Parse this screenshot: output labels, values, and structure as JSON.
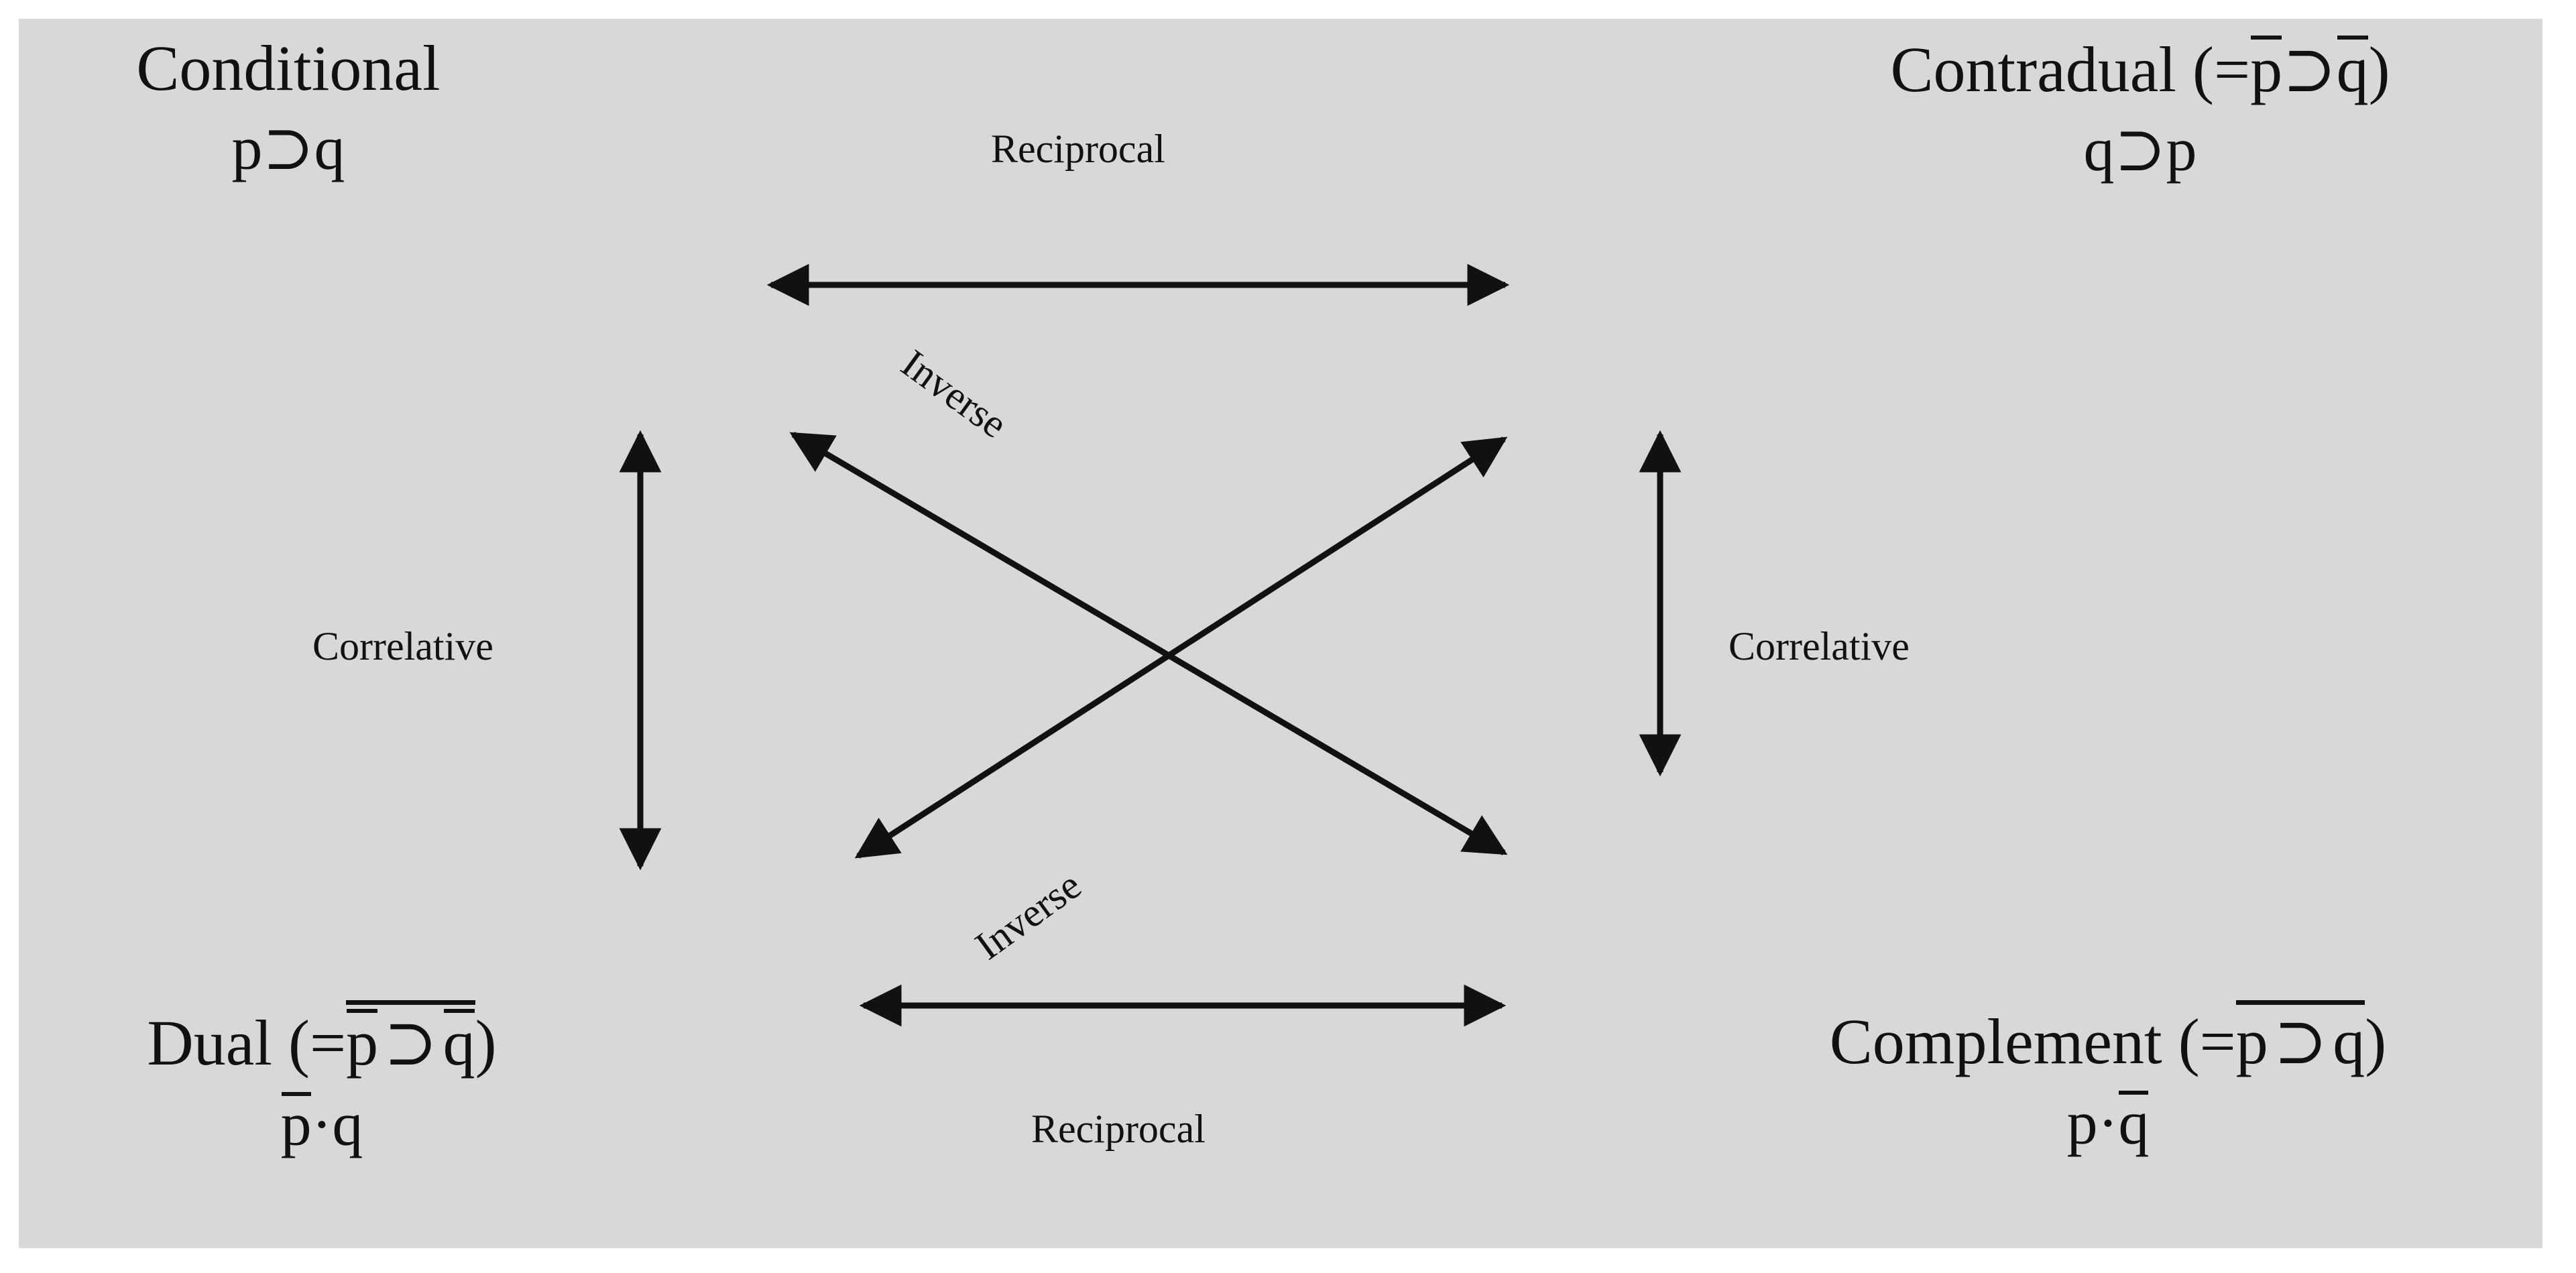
{
  "figure": {
    "title": "Square of logical relations between conditional forms",
    "background_color": "#ffffff",
    "panel_color": "#d8d8d8",
    "ink_color": "#111111"
  },
  "vertices": {
    "top_left": {
      "id": "conditional",
      "name": "Conditional",
      "formula_plain": "p⊃q",
      "formula_parts": {
        "left": "p",
        "op": "⊃",
        "right": "q"
      }
    },
    "top_right": {
      "id": "contradual",
      "name_prefix": "Contradual (=",
      "name_suffix": ")",
      "name_plain": "Contradual (=p̄⊃q̄)",
      "definition_parts": {
        "left": "p",
        "op": "⊃",
        "right": "q"
      },
      "formula_plain": "q⊃p",
      "formula_parts": {
        "left": "q",
        "op": "⊃",
        "right": "p"
      }
    },
    "bottom_left": {
      "id": "dual",
      "name_prefix": "Dual (=",
      "name_suffix": ")",
      "name_plain": "Dual (=‾p̄ ⊃ q̄‾)",
      "definition_parts": {
        "left": "p",
        "op": "⊃",
        "right": "q"
      },
      "formula_plain": "p̄·q",
      "formula_parts": {
        "left": "p",
        "op": "·",
        "right": "q"
      }
    },
    "bottom_right": {
      "id": "complement",
      "name_prefix": "Complement (=",
      "name_suffix": ")",
      "name_plain": "Complement (=‾p ⊃ q‾)",
      "definition_parts": {
        "left": "p",
        "op": "⊃",
        "right": "q"
      },
      "formula_plain": "p·q̄",
      "formula_parts": {
        "left": "p",
        "op": "·",
        "right": "q"
      }
    }
  },
  "edges": {
    "reciprocal_top": {
      "label": "Reciprocal",
      "from": "conditional",
      "to": "contradual",
      "arrow": "double"
    },
    "reciprocal_bottom": {
      "label": "Reciprocal",
      "from": "dual",
      "to": "complement",
      "arrow": "double"
    },
    "correlative_left": {
      "label": "Correlative",
      "from": "conditional",
      "to": "dual",
      "arrow": "double"
    },
    "correlative_right": {
      "label": "Correlative",
      "from": "contradual",
      "to": "complement",
      "arrow": "double"
    },
    "inverse_top": {
      "label": "Inverse",
      "from": "conditional",
      "to": "complement",
      "arrow": "double"
    },
    "inverse_bottom": {
      "label": "Inverse",
      "from": "dual",
      "to": "contradual",
      "arrow": "double"
    }
  }
}
